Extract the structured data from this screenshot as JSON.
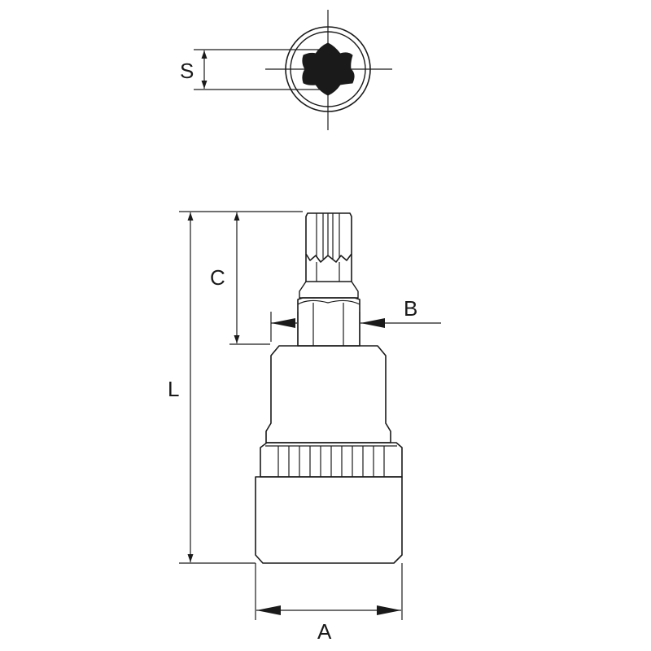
{
  "drawing": {
    "labels": {
      "s": "S",
      "c": "C",
      "b": "B",
      "l": "L",
      "a": "A"
    },
    "colors": {
      "outline": "#1a1a1a",
      "background": "#ffffff"
    }
  }
}
